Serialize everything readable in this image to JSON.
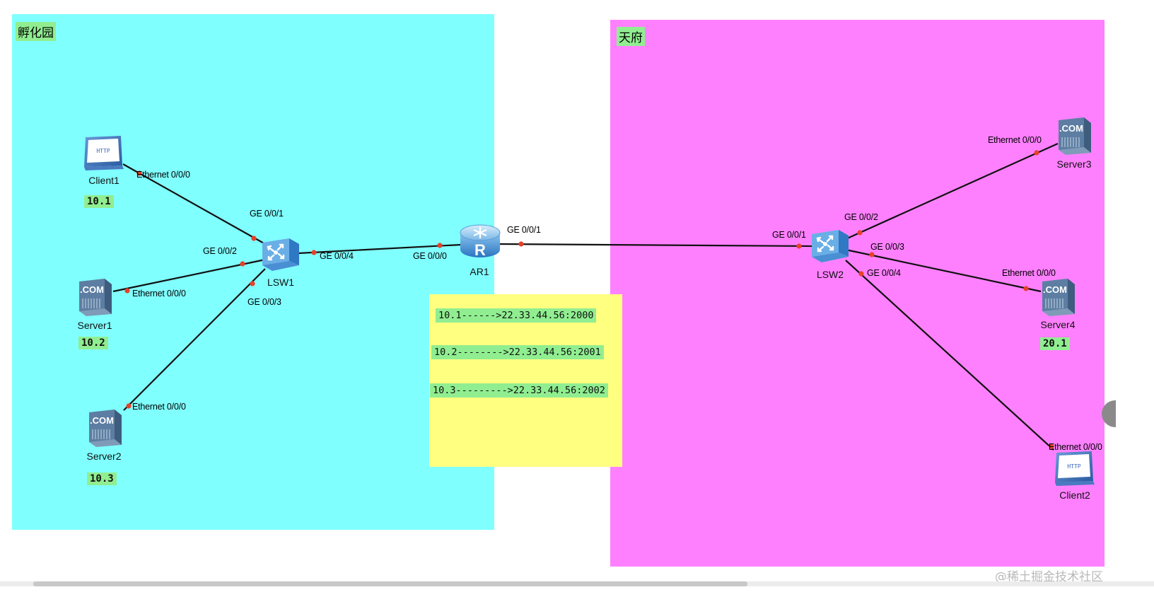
{
  "colors": {
    "zone_left": "#80FFFF",
    "zone_right": "#FF80FF",
    "note_bg": "#FFFF80",
    "label_bg": "#90EE90",
    "link": "#111111",
    "port_dot": "#E8402A",
    "scrollbar": "#C8C8C8"
  },
  "zones": {
    "left_label": "孵化园",
    "right_label": "天府"
  },
  "devices": {
    "client1": {
      "label": "Client1",
      "icon": "http-client-icon"
    },
    "server1": {
      "label": "Server1",
      "icon": "com-server-icon"
    },
    "server2": {
      "label": "Server2",
      "icon": "com-server-icon"
    },
    "lsw1": {
      "label": "LSW1",
      "icon": "switch-icon"
    },
    "ar1": {
      "label": "AR1",
      "icon": "router-icon"
    },
    "lsw2": {
      "label": "LSW2",
      "icon": "switch-icon"
    },
    "server3": {
      "label": "Server3",
      "icon": "com-server-icon"
    },
    "server4": {
      "label": "Server4",
      "icon": "com-server-icon"
    },
    "client2": {
      "label": "Client2",
      "icon": "http-client-icon"
    }
  },
  "ips": {
    "client1": "10.1",
    "server1": "10.2",
    "server2": "10.3",
    "server4": "20.1"
  },
  "ports": {
    "client1_eth": "Ethernet 0/0/0",
    "server1_eth": "Ethernet 0/0/0",
    "server2_eth": "Ethernet 0/0/0",
    "lsw1_ge1": "GE 0/0/1",
    "lsw1_ge2": "GE 0/0/2",
    "lsw1_ge3": "GE 0/0/3",
    "lsw1_ge4": "GE 0/0/4",
    "ar1_ge0": "GE 0/0/0",
    "ar1_ge1": "GE 0/0/1",
    "lsw2_ge1": "GE 0/0/1",
    "lsw2_ge2": "GE 0/0/2",
    "lsw2_ge3": "GE 0/0/3",
    "lsw2_ge4": "GE 0/0/4",
    "server3_eth": "Ethernet 0/0/0",
    "server4_eth": "Ethernet 0/0/0",
    "client2_eth": "Ethernet 0/0/0"
  },
  "nat_mappings": [
    "10.1------>22.33.44.56:2000",
    "10.2-------->22.33.44.56:2001",
    "10.3--------->22.33.44.56:2002"
  ],
  "watermark": "@稀土掘金技术社区"
}
